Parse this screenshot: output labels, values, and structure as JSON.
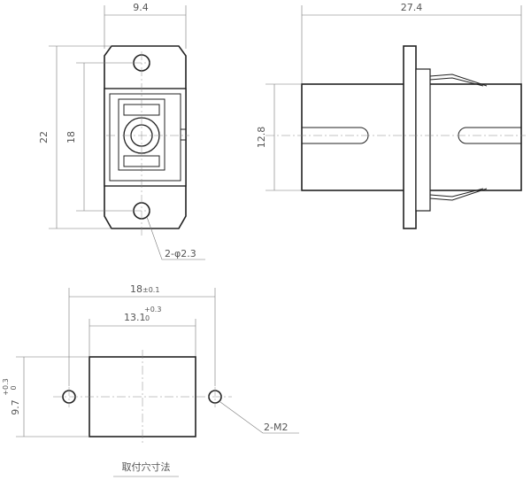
{
  "front_view": {
    "width_dim": "9.4",
    "height_dim": "22",
    "pitch_dim": "18",
    "hole_label": "2-φ2.3"
  },
  "side_view": {
    "length_dim": "27.4",
    "height_dim": "12.8"
  },
  "panel_cutout": {
    "pitch_dim": "18",
    "pitch_tol": "±0.1",
    "width_dim": "13.1",
    "width_tol_upper": "+0.3",
    "width_tol_lower": "0",
    "height_dim": "9.7",
    "height_tol_upper": "+0.3",
    "height_tol_lower": "0",
    "screw_label": "2-M2",
    "caption": "取付穴寸法"
  }
}
